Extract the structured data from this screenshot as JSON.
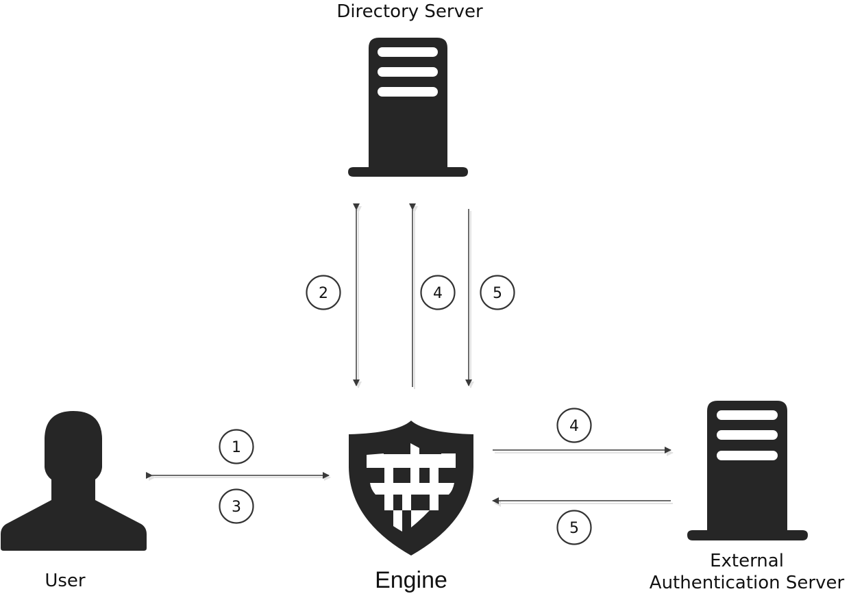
{
  "title": "Authentication flow",
  "colors": {
    "icon_fill": "#262626",
    "arrow": "#3a3a3a",
    "arrow_shadow": "#e2e2e2",
    "circle_stroke": "#333333",
    "background": "#ffffff"
  },
  "nodes": {
    "directory_server": {
      "label": "Directory Server",
      "icon": "server-icon"
    },
    "engine": {
      "label": "Engine",
      "icon": "firewall-shield-icon"
    },
    "user": {
      "label": "User",
      "icon": "user-silhouette-icon"
    },
    "external_auth_server": {
      "label_line1": "External",
      "label_line2": "Authentication Server",
      "icon": "server-icon"
    }
  },
  "connections": [
    {
      "id": "user-engine",
      "from": "User",
      "to": "Engine",
      "direction": "bidirectional",
      "steps": [
        "1",
        "3"
      ]
    },
    {
      "id": "engine-directory-bidir",
      "from": "Engine",
      "to": "Directory Server",
      "direction": "bidirectional",
      "steps": [
        "2"
      ]
    },
    {
      "id": "engine-directory-up",
      "from": "Engine",
      "to": "Directory Server",
      "direction": "to",
      "steps": [
        "4"
      ]
    },
    {
      "id": "directory-engine-down",
      "from": "Directory Server",
      "to": "Engine",
      "direction": "to",
      "steps": [
        "5"
      ]
    },
    {
      "id": "engine-external",
      "from": "Engine",
      "to": "External Authentication Server",
      "direction": "to",
      "steps": [
        "4"
      ]
    },
    {
      "id": "external-engine",
      "from": "External Authentication Server",
      "to": "Engine",
      "direction": "to",
      "steps": [
        "5"
      ]
    }
  ],
  "step_badges": {
    "user_engine_top": "1",
    "user_engine_bottom": "3",
    "dir_left": "2",
    "dir_middle": "4",
    "dir_right": "5",
    "ext_top": "4",
    "ext_bottom": "5"
  }
}
